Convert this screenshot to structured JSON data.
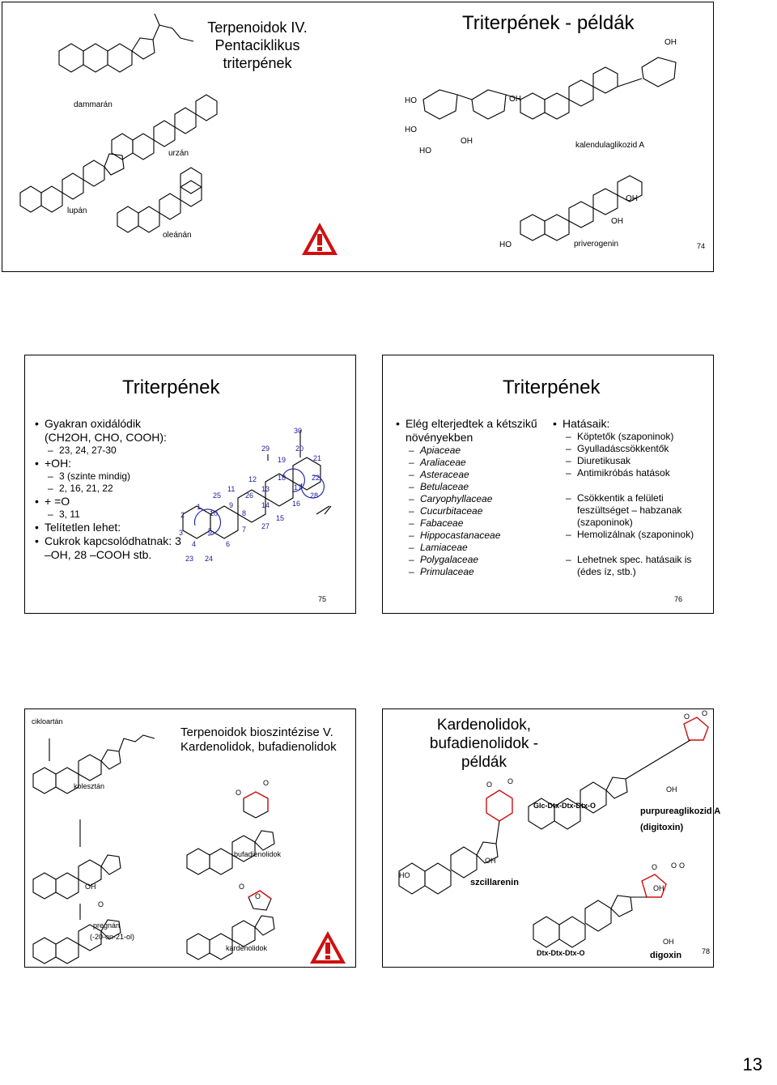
{
  "slide74": {
    "title1": "Terpenoidok IV. Pentaciklikus triterpének",
    "title2": "Triterpének - példák",
    "labels": [
      "dammarán",
      "urzán",
      "lupán",
      "oleánán",
      "kalendulaglikozid A",
      "priverogenin"
    ],
    "number": "74"
  },
  "slide75": {
    "title": "Triterpének",
    "bullets": [
      {
        "level": 1,
        "text": "Gyakran oxidálódik (CH2OH, CHO, COOH):"
      },
      {
        "level": 2,
        "text": "23, 24, 27-30"
      },
      {
        "level": 1,
        "text": "+OH:"
      },
      {
        "level": 2,
        "text": "3 (szinte mindig)"
      },
      {
        "level": 2,
        "text": "2, 16, 21, 22"
      },
      {
        "level": 1,
        "text": "+ =O"
      },
      {
        "level": 2,
        "text": "3, 11"
      },
      {
        "level": 1,
        "text": "Telítetlen lehet:"
      },
      {
        "level": 1,
        "text": "Cukrok kapcsolódhatnak: 3 –OH, 28 –COOH stb."
      }
    ],
    "numbers": [
      "1",
      "2",
      "3",
      "4",
      "5",
      "6",
      "7",
      "8",
      "9",
      "10",
      "11",
      "12",
      "13",
      "14",
      "15",
      "16",
      "17",
      "18",
      "19",
      "20",
      "21",
      "22",
      "23",
      "24",
      "25",
      "26",
      "27",
      "28",
      "29",
      "30"
    ],
    "number": "75"
  },
  "slide76": {
    "title": "Triterpének",
    "col1_head": "Elég elterjedtek a kétszikű növényekben",
    "families": [
      "Apiaceae",
      "Araliaceae",
      "Asteraceae",
      "Betulaceae",
      "Caryophyllaceae",
      "Cucurbitaceae",
      "Fabaceae",
      "Hippocastanaceae",
      "Lamiaceae",
      "Polygalaceae",
      "Primulaceae"
    ],
    "col2_head": "Hatásaik:",
    "effects": [
      "Köptetők (szaponinok)",
      "Gyulladáscsökkentők",
      "Diuretikusak",
      "Antimikróbás hatások",
      "Csökkentik a felületi feszültséget – habzanak (szaponinok)",
      "Hemolizálnak (szaponinok)",
      "Lehetnek spec. hatásaik is (édes íz, stb.)"
    ],
    "number": "76"
  },
  "slide77": {
    "title": "Terpenoidok bioszintézise V. Kardenolidok, bufadienolidok",
    "labels": [
      "cikloartán",
      "kolesztán",
      "bufadienolidok",
      "pregnán",
      "(-20-on-21-ol)",
      "kardenolidok"
    ]
  },
  "slide78": {
    "title": "Kardenolidok, bufadienolidok - példák",
    "labels": [
      "szcillarenin",
      "purpureaglikozid A",
      "(digitoxin)",
      "digoxin"
    ],
    "sugar1": "Glc-Dtx-Dtx-Dtx-O",
    "sugar2": "Dtx-Dtx-Dtx-O",
    "number": "78"
  },
  "page_number": "13",
  "colors": {
    "accent_blue": "#1a1aa0",
    "warning_red": "#d01010"
  }
}
